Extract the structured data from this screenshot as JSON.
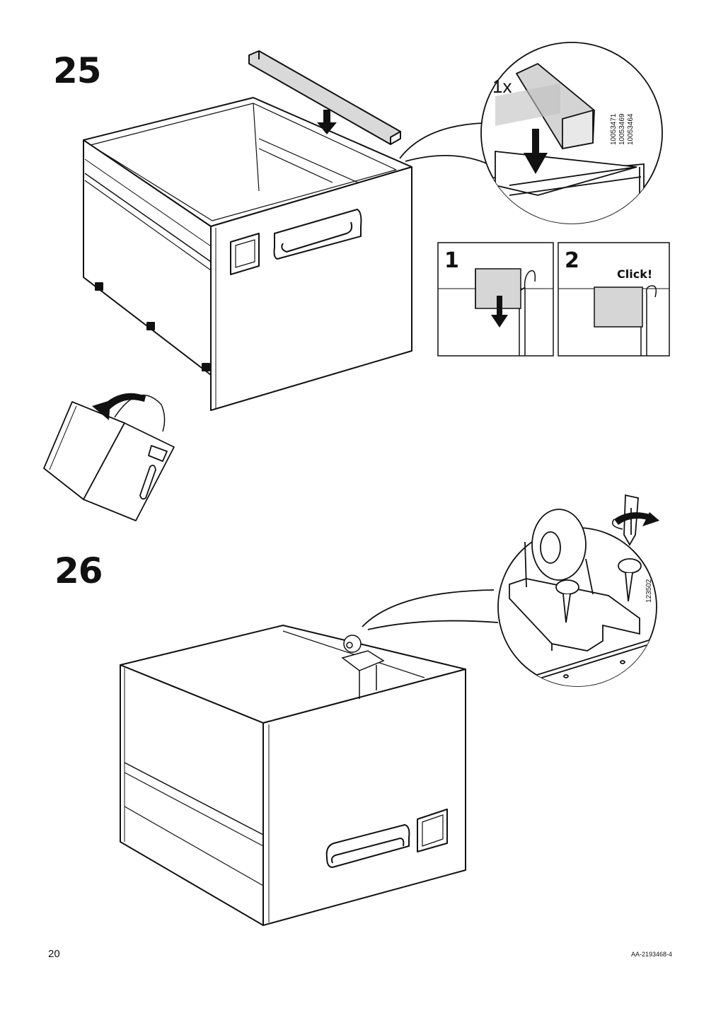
{
  "steps": [
    {
      "number": "25",
      "callout": {
        "quantity": "1x",
        "part_numbers": [
          "10053471",
          "10053469",
          "10053464"
        ]
      },
      "substeps": [
        {
          "number": "1",
          "label": ""
        },
        {
          "number": "2",
          "label": "Click!"
        }
      ]
    },
    {
      "number": "26",
      "callout": {
        "part_numbers": [
          "123502"
        ]
      }
    }
  ],
  "footer": {
    "page_number": "20",
    "document_code": "AA-2193468-4"
  }
}
